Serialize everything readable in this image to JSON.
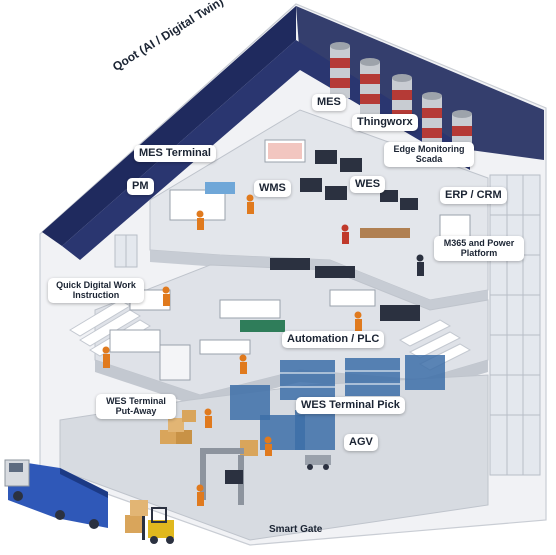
{
  "roof_title": "Qoot (AI / Digital Twin)",
  "labels": {
    "mes": "MES",
    "thingworx": "Thingworx",
    "edge_monitoring": "Edge Monitoring Scada",
    "mes_terminal": "MES Terminal",
    "pm": "PM",
    "wms": "WMS",
    "wes": "WES",
    "erp_crm": "ERP / CRM",
    "m365": "M365 and Power Platform",
    "quick_digital": "Quick Digital Work Instruction",
    "automation_plc": "Automation / PLC",
    "wes_put_away": "WES Terminal Put-Away",
    "wes_pick": "WES Terminal Pick",
    "agv": "AGV",
    "smart_gate": "Smart Gate"
  },
  "colors": {
    "roof_dark": "#1f2a5e",
    "wall_light": "#eef0f3",
    "floor_gray": "#d7dbe1",
    "chimney_red": "#b53a36",
    "rack_blue": "#3d6ea8",
    "truck_blue": "#2f58b8",
    "worker_orange": "#e07a1e",
    "box_tan": "#d9a55b"
  }
}
